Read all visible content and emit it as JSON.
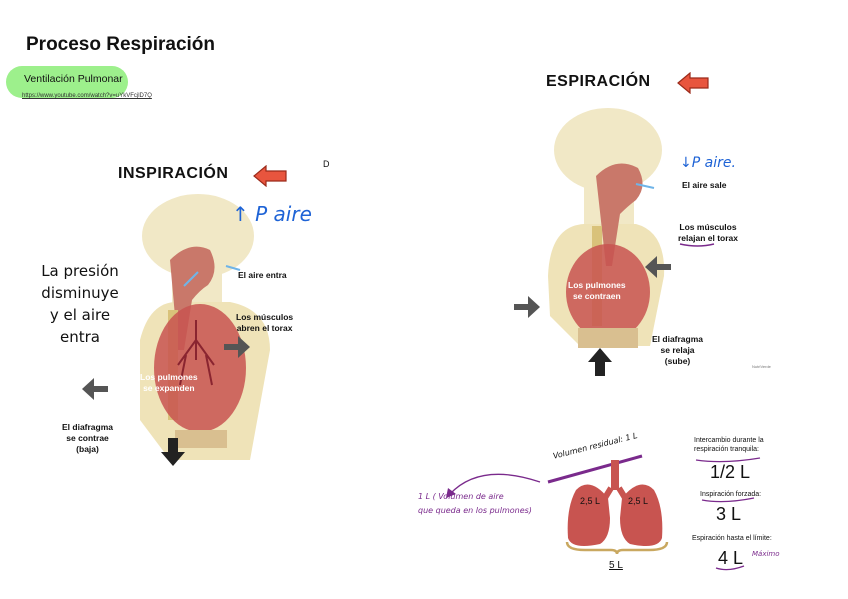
{
  "page": {
    "title": "Proceso Respiración",
    "link_label": "Ventilación Pulmonar",
    "url": "https://www.youtube.com/watch?v=uYkVFcjlD7Q",
    "marker": "D"
  },
  "inspiration": {
    "heading": "INSPIRACIÓN",
    "pressure_note": "↑ P aire",
    "handwritten": "La presión\ndisminuye\ny el aire\nentra",
    "air_label": "El aire entra",
    "muscles_label": "Los músculos\nabren el torax",
    "lungs_label": "Los pulmones\nse expanden",
    "diaphragm_label": "El diafragma\nse contrae\n(baja)"
  },
  "expiration": {
    "heading": "ESPIRACIÓN",
    "pressure_note": "↓P aire.",
    "air_label": "El aire sale",
    "muscles_label": "Los músculos\nrelajan el torax",
    "lungs_label": "Los pulmones\nse contraen",
    "diaphragm_label": "El diafragma\nse relaja\n(sube)",
    "logo_text": "NutriVerde"
  },
  "lung_volumes": {
    "residual_label": "Volumen residual: 1 L",
    "residual_note": "1 L ( Volumen de aire\nque queda en los pulmones)",
    "left_lung": "2,5 L",
    "right_lung": "2,5 L",
    "total": "5 L",
    "quiet_label": "Intercambio durante la\nrespiración tranquila:",
    "quiet_value": "1/2 L",
    "forced_label": "Inspiración forzada:",
    "forced_value": "3 L",
    "limit_label": "Espiración hasta el límite:",
    "limit_value": "4 L",
    "limit_note": "Máximo"
  },
  "colors": {
    "highlight": "#9df08c",
    "arrow_red": "#e8553e",
    "arrow_gray": "#555555",
    "lung": "#c85450",
    "annotation_purple": "#7a2a8c",
    "annotation_blue": "#1e63d6"
  }
}
